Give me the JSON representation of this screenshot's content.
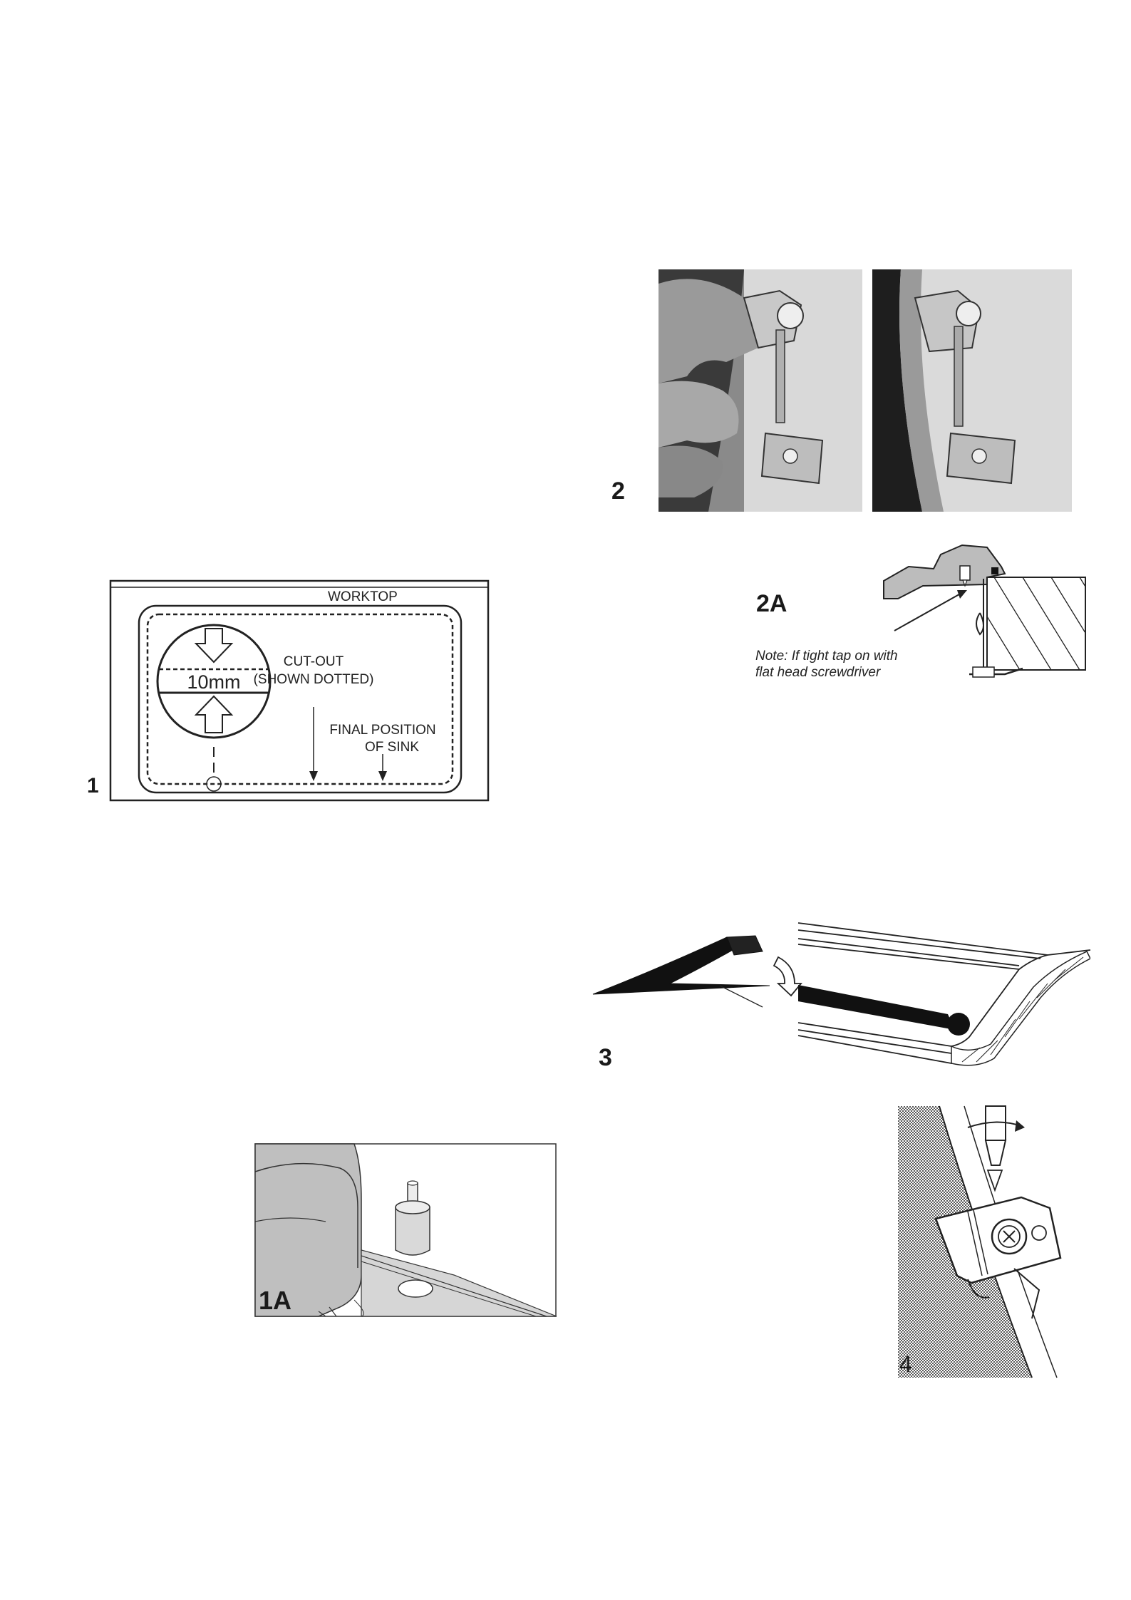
{
  "fig1": {
    "number": "1",
    "worktop": "WORKTOP",
    "cutout_line1": "CUT-OUT",
    "cutout_line2": "(SHOWN DOTTED)",
    "final_line1": "FINAL POSITION",
    "final_line2": "OF SINK",
    "dimension": "10mm"
  },
  "fig1a": {
    "number": "1A"
  },
  "fig2": {
    "number": "2"
  },
  "fig2a": {
    "number": "2A",
    "note_line1": "Note: If tight tap on with",
    "note_line2": "flat head screwdriver"
  },
  "fig3": {
    "number": "3"
  },
  "fig4": {
    "number": "4"
  }
}
